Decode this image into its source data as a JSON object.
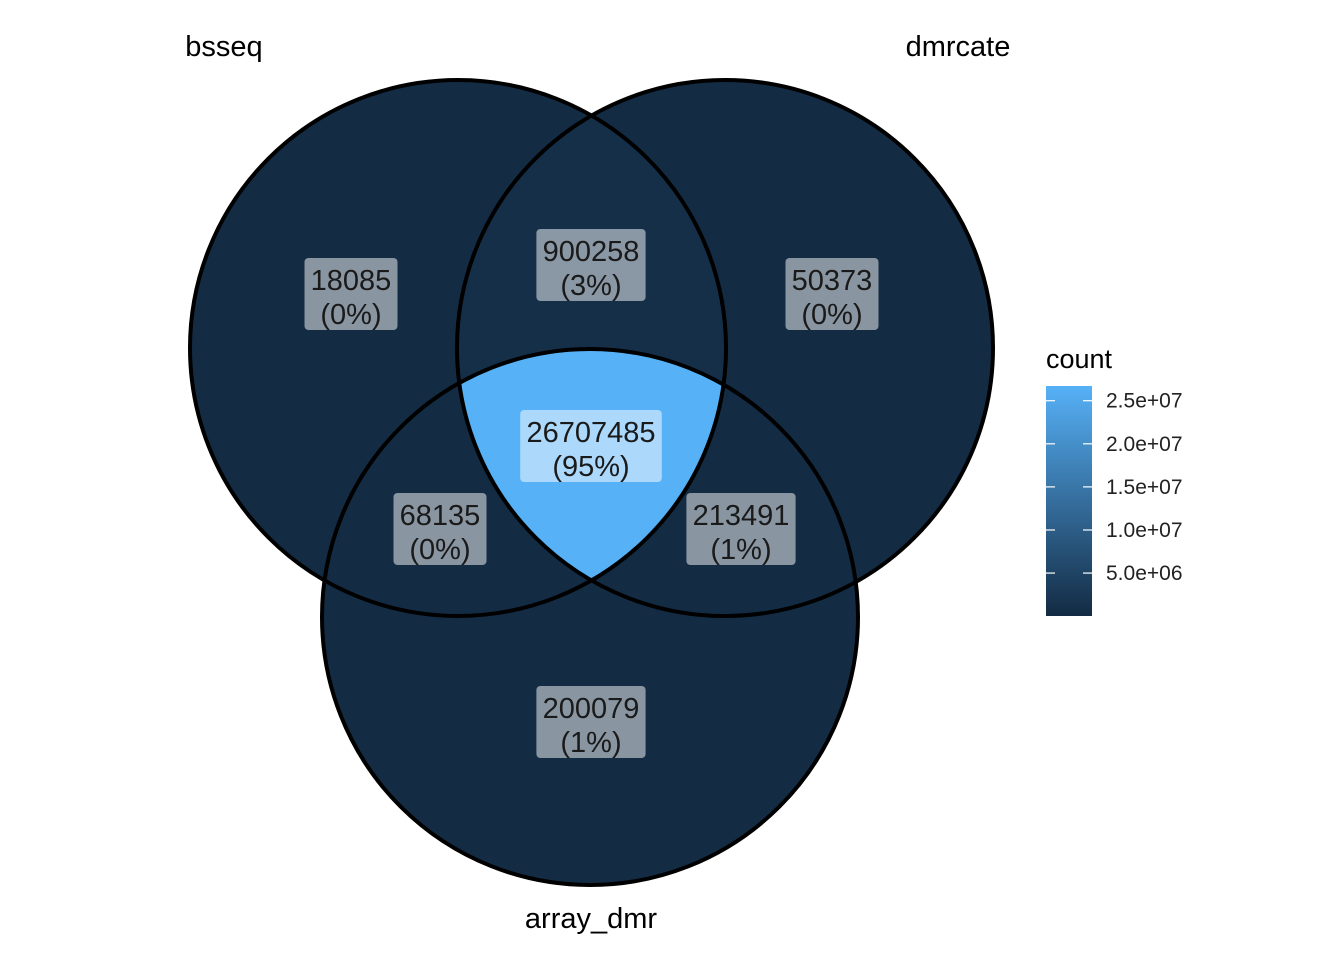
{
  "sets": [
    {
      "id": "A",
      "label": "bsseq"
    },
    {
      "id": "B",
      "label": "dmrcate"
    },
    {
      "id": "C",
      "label": "array_dmr"
    }
  ],
  "regions": [
    {
      "key": "A_only",
      "sets": [
        "A"
      ],
      "count": "18085",
      "percent": "(0%)",
      "count_value": 18085
    },
    {
      "key": "B_only",
      "sets": [
        "B"
      ],
      "count": "50373",
      "percent": "(0%)",
      "count_value": 50373
    },
    {
      "key": "C_only",
      "sets": [
        "C"
      ],
      "count": "200079",
      "percent": "(1%)",
      "count_value": 200079
    },
    {
      "key": "AB",
      "sets": [
        "A",
        "B"
      ],
      "count": "900258",
      "percent": "(3%)",
      "count_value": 900258
    },
    {
      "key": "AC",
      "sets": [
        "A",
        "C"
      ],
      "count": "68135",
      "percent": "(0%)",
      "count_value": 68135
    },
    {
      "key": "BC",
      "sets": [
        "B",
        "C"
      ],
      "count": "213491",
      "percent": "(1%)",
      "count_value": 213491
    },
    {
      "key": "ABC",
      "sets": [
        "A",
        "B",
        "C"
      ],
      "count": "26707485",
      "percent": "(95%)",
      "count_value": 26707485
    }
  ],
  "legend": {
    "title": "count",
    "ticks": [
      {
        "label": "2.5e+07",
        "value": 25000000
      },
      {
        "label": "2.0e+07",
        "value": 20000000
      },
      {
        "label": "1.5e+07",
        "value": 15000000
      },
      {
        "label": "1.0e+07",
        "value": 10000000
      },
      {
        "label": "5.0e+06",
        "value": 5000000
      }
    ],
    "min": 18085,
    "max": 26707485,
    "color_low": "#132b43",
    "color_high": "#56b1f7"
  },
  "colors": {
    "outline": "#000000",
    "label_box_fill": "#ffffff"
  }
}
